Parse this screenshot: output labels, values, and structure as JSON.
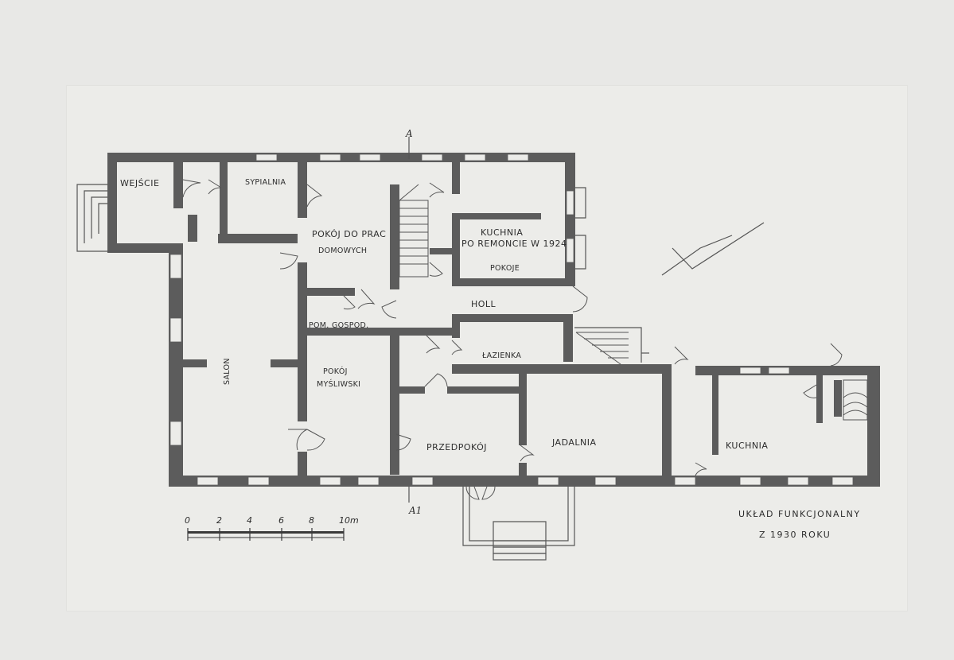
{
  "rooms": {
    "wejscie": "WEJŚCIE",
    "sypialnia": "SYPIALNIA",
    "pokoj_prac_1": "POKÓJ DO PRAC",
    "pokoj_prac_2": "DOMOWYCH",
    "kuchnia_remont_1": "KUCHNIA",
    "kuchnia_remont_2": "PO REMONCIE W 1924",
    "pokoje": "POKOJE",
    "holl": "HOLL",
    "pom_gospod": "POM. GOSPOD.",
    "lazienka": "ŁAZIENKA",
    "salon": "SALON",
    "pokoj_mysliwski_1": "POKÓJ",
    "pokoj_mysliwski_2": "MYŚLIWSKI",
    "przedpokoj": "PRZEDPOKÓJ",
    "jadalnia": "JADALNIA",
    "kuchnia": "KUCHNIA"
  },
  "section_markers": {
    "top": "A",
    "bottom": "A1"
  },
  "scale_bar": {
    "ticks": [
      "0",
      "2",
      "4",
      "6",
      "8",
      "10m"
    ]
  },
  "caption": {
    "line1": "UKŁAD FUNKCJONALNY",
    "line2": "Z 1930 ROKU"
  }
}
